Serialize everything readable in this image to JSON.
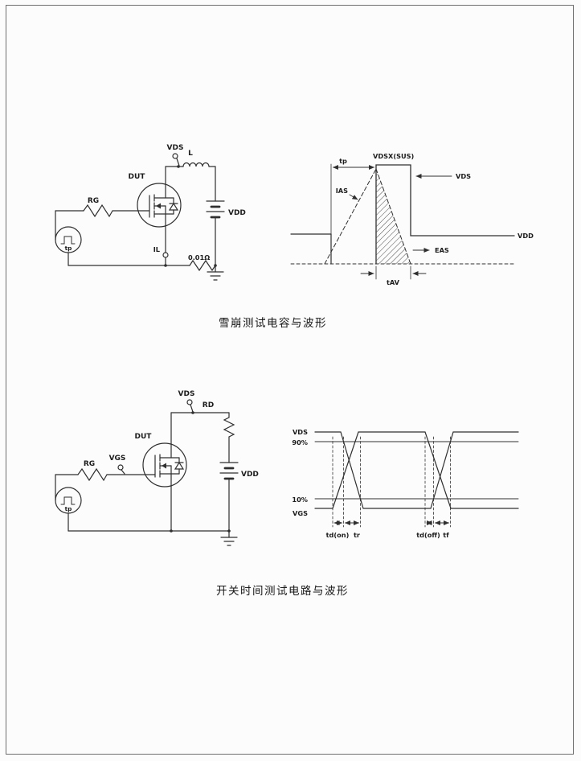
{
  "page": {
    "background": "#fcfcfc",
    "border_color": "#6f6f6f",
    "ink_color": "#2f2f2f"
  },
  "figure1": {
    "caption": "雪崩测试电容与波形",
    "circuit": {
      "vds_label": "VDS",
      "inductor_label": "L",
      "dut_label": "DUT",
      "rg_label": "RG",
      "pulse_label": "tp",
      "vdd_label": "VDD",
      "il_label": "IL",
      "shunt_label": "0.01Ω"
    },
    "waveform": {
      "tp_label": "tp",
      "vdsx_label": "VDSX(SUS)",
      "ias_label": "IAS",
      "vds_label": "VDS",
      "vdd_label": "VDD",
      "eas_label": "EAS",
      "tav_label": "tAV"
    }
  },
  "figure2": {
    "caption": "开关时间测试电路与波形",
    "circuit": {
      "vds_label": "VDS",
      "rd_label": "RD",
      "dut_label": "DUT",
      "vgs_label": "VGS",
      "rg_label": "RG",
      "pulse_label": "tp",
      "vdd_label": "VDD"
    },
    "waveform": {
      "vds_label": "VDS",
      "p90_label": "90%",
      "p10_label": "10%",
      "vgs_label": "VGS",
      "td_on_label": "td(on)",
      "tr_label": "tr",
      "td_off_label": "td(off)",
      "tf_label": "tf"
    }
  }
}
